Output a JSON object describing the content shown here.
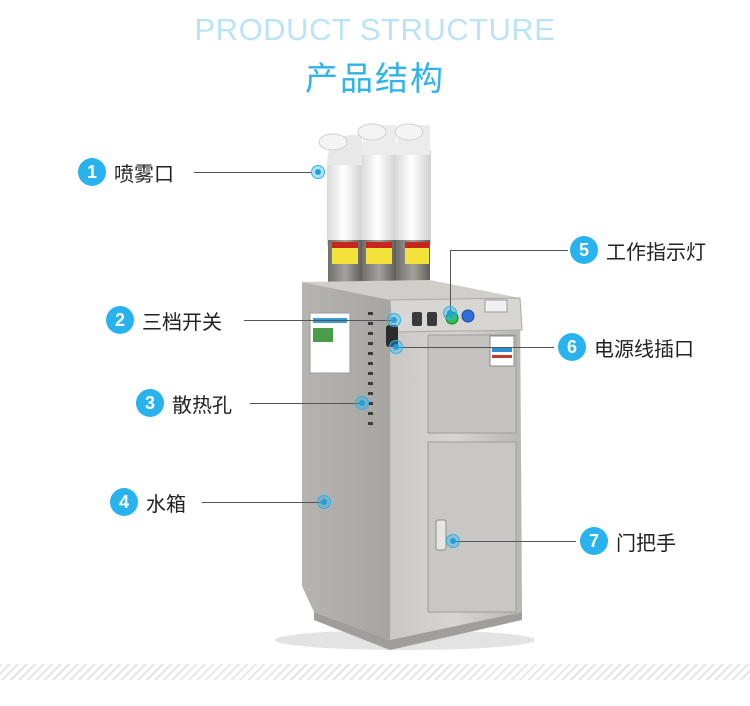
{
  "header": {
    "title_en": "PRODUCT STRUCTURE",
    "title_cn": "产品结构"
  },
  "callouts": [
    {
      "number": "1",
      "label": "喷雾口"
    },
    {
      "number": "2",
      "label": "三档开关"
    },
    {
      "number": "3",
      "label": "散热孔"
    },
    {
      "number": "4",
      "label": "水箱"
    },
    {
      "number": "5",
      "label": "工作指示灯"
    },
    {
      "number": "6",
      "label": "电源线插口"
    },
    {
      "number": "7",
      "label": "门把手"
    }
  ],
  "colors": {
    "accent": "#29b3ee",
    "title_en": "#b9e3f7",
    "title_cn": "#2eb3ea",
    "cabinet": "#b8b7b2"
  }
}
